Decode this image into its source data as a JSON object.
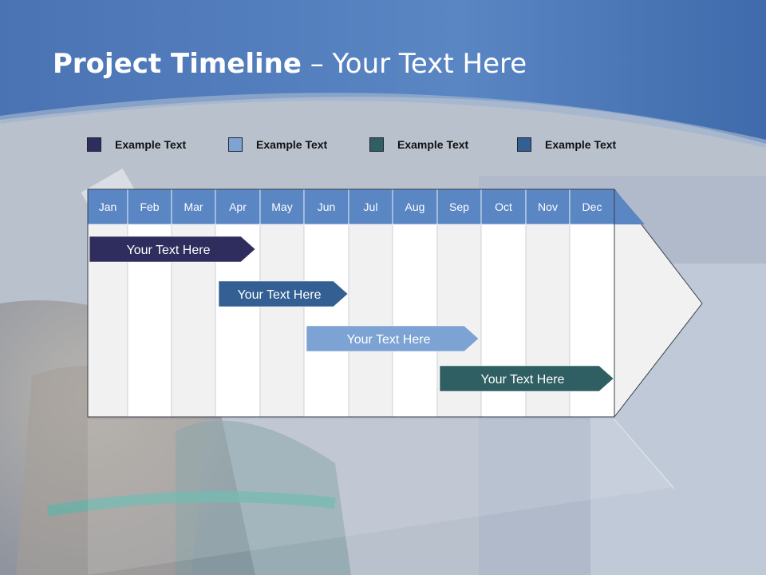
{
  "title": {
    "bold": "Project Timeline",
    "rest": " – Your Text Here"
  },
  "legend": [
    {
      "label": "Example Text",
      "color": "#2e2d5e"
    },
    {
      "label": "Example Text",
      "color": "#7ca3d4"
    },
    {
      "label": "Example Text",
      "color": "#2f5f62"
    },
    {
      "label": "Example Text",
      "color": "#335f92"
    }
  ],
  "months": [
    "Jan",
    "Feb",
    "Mar",
    "Apr",
    "May",
    "Jun",
    "Jul",
    "Aug",
    "Sep",
    "Oct",
    "Nov",
    "Dec"
  ],
  "tasks": [
    {
      "label": "Your  Text Here",
      "start_month": "Jan",
      "end_month": "Apr",
      "color": "#2e2d5e"
    },
    {
      "label": "Your  Text Here",
      "start_month": "Apr",
      "end_month": "Jun",
      "color": "#335f92"
    },
    {
      "label": "Your  Text Here",
      "start_month": "Jun",
      "end_month": "Sep",
      "color": "#7ca3d4"
    },
    {
      "label": "Your  Text Here",
      "start_month": "Sep",
      "end_month": "Dec",
      "color": "#2f5f62"
    }
  ],
  "colors": {
    "header_blue": "#5a86c4",
    "column_light": "#f1f1f1",
    "column_white": "#ffffff",
    "title_band": "#4f7bbd"
  }
}
